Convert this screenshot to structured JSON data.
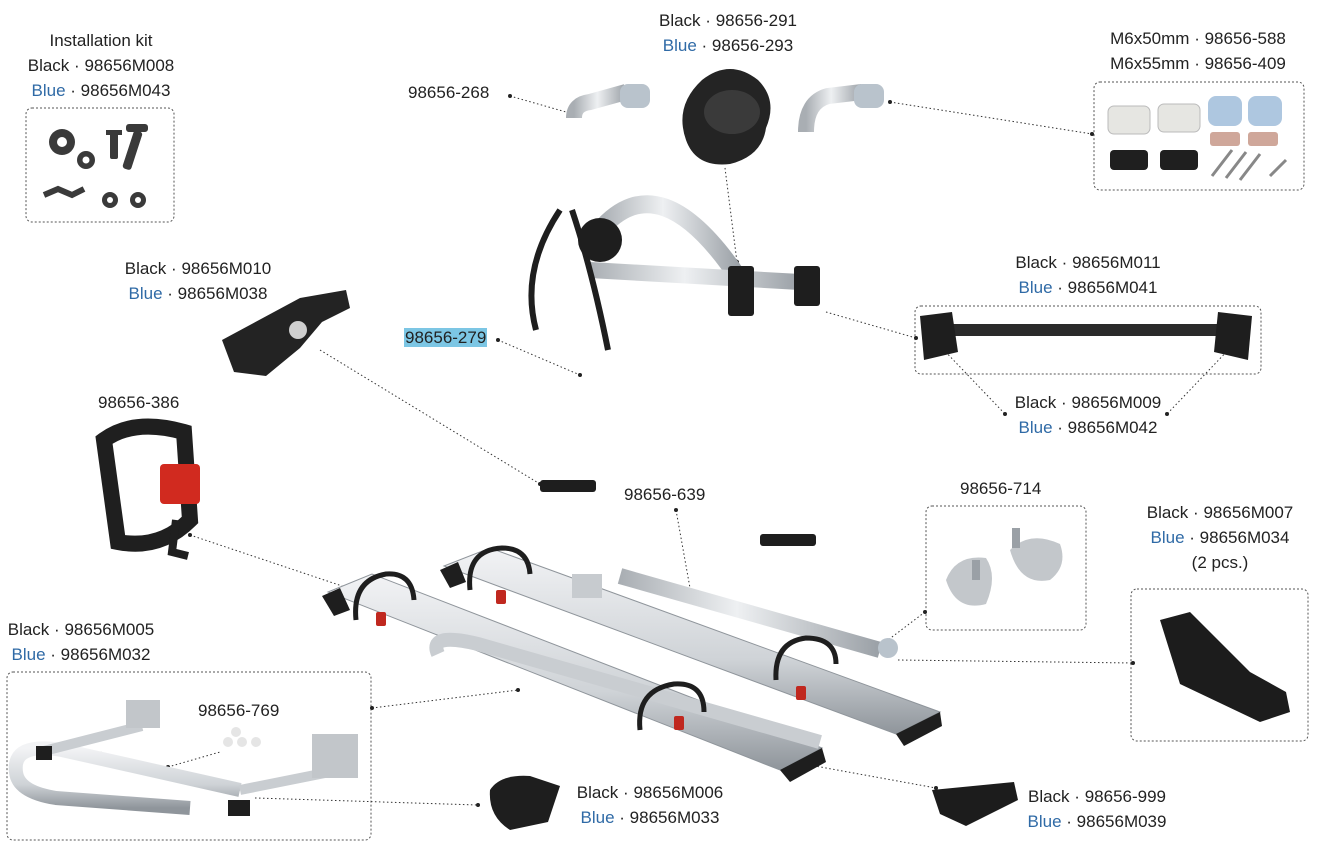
{
  "colors": {
    "accent_blue": "#2f6aa6",
    "highlight": "#7cc6e4",
    "aluminium": "#d6d9dc",
    "black_part": "#1e1e1e",
    "red_buckle": "#d12a1f",
    "cap_grey": "#b9c3cc"
  },
  "sep": "·",
  "labels": {
    "install_kit": {
      "title": "Installation kit",
      "l1_color": "Black",
      "l1_code": "98656M008",
      "l2_color": "Blue",
      "l2_code": "98656M043"
    },
    "knob": {
      "l1_color": "Black",
      "l1_code": "98656-291",
      "l2_color": "Blue",
      "l2_code": "98656-293"
    },
    "screws": {
      "l1_size": "M6x50mm",
      "l1_code": "98656-588",
      "l2_size": "M6x55mm",
      "l2_code": "98656-409"
    },
    "top_cap": {
      "code": "98656-268"
    },
    "frame_holder": {
      "l1_color": "Black",
      "l1_code": "98656M010",
      "l2_color": "Blue",
      "l2_code": "98656M038"
    },
    "upright": {
      "code": "98656-279"
    },
    "crossbar": {
      "l1_color": "Black",
      "l1_code": "98656M011",
      "l2_color": "Blue",
      "l2_code": "98656M041"
    },
    "crossbar_ends": {
      "l1_color": "Black",
      "l1_code": "98656M009",
      "l2_color": "Blue",
      "l2_code": "98656M042"
    },
    "strap": {
      "code": "98656-386"
    },
    "lower_tube": {
      "code": "98656-639"
    },
    "end_caps": {
      "code": "98656-714"
    },
    "side_mount": {
      "l1_color": "Black",
      "l1_code": "98656M007",
      "l2_color": "Blue",
      "l2_code": "98656M034",
      "qty": "(2 pcs.)"
    },
    "bottom_frame": {
      "l1_color": "Black",
      "l1_code": "98656M005",
      "l2_color": "Blue",
      "l2_code": "98656M032"
    },
    "small_caps": {
      "code": "98656-769"
    },
    "rail_end_round": {
      "l1_color": "Black",
      "l1_code": "98656M006",
      "l2_color": "Blue",
      "l2_code": "98656M033"
    },
    "rail_end_flat": {
      "l1_color": "Black",
      "l1_code": "98656-999",
      "l2_color": "Blue",
      "l2_code": "98656M039"
    }
  }
}
